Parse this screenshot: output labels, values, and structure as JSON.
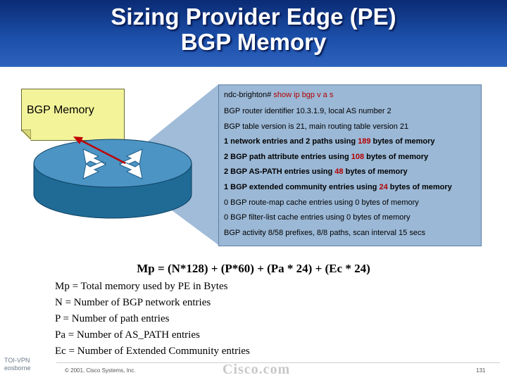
{
  "title": {
    "line1": "Sizing Provider Edge (PE)",
    "line2": "BGP Memory"
  },
  "callout": {
    "label": "BGP Memory"
  },
  "cli": {
    "prompt": "ndc-brighton#",
    "command": " show ip bgp v a s",
    "line1": "BGP router identifier 10.3.1.9, local AS number 2",
    "line2": "BGP table version is 21, main routing table version 21",
    "line3_a": "1 network entries and 2 paths using ",
    "line3_val": "189",
    "line3_b": " bytes of memory",
    "line4_a": "2 BGP path attribute entries using ",
    "line4_val": "108",
    "line4_b": " bytes of memory",
    "line5_a": "2 BGP AS-PATH entries using ",
    "line5_val": "48",
    "line5_b": " bytes of memory",
    "line6_a": "1 BGP extended community entries using ",
    "line6_val": "24",
    "line6_b": " bytes of memory",
    "line7": "0 BGP route-map cache entries using 0 bytes of memory",
    "line8": "0 BGP filter-list cache entries using 0 bytes of memory",
    "line9": "BGP activity 8/58 prefixes, 8/8 paths, scan interval 15 secs"
  },
  "formula": "Mp = (N*128) + (P*60) + (Pa * 24) + (Ec * 24)",
  "legend": [
    "Mp = Total memory used by PE in Bytes",
    "N = Number of BGP network entries",
    "P = Number of path entries",
    "Pa = Number of AS_PATH entries",
    "Ec = Number of Extended Community entries"
  ],
  "footer": {
    "course": "TOI-VPN",
    "author": "eosborne",
    "copyright": "© 2001, Cisco Systems, Inc.",
    "brand": "Cisco.com",
    "page": "131"
  },
  "colors": {
    "header": "#1b4ea8",
    "highlight": "#b30000",
    "cli_bg": "#9bb8d6",
    "note_bg": "#f3f39a"
  }
}
